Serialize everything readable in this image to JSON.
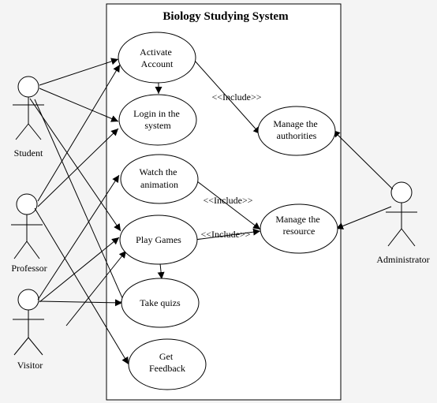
{
  "system": {
    "title": "Biology Studying System"
  },
  "actors": {
    "student": "Student",
    "professor": "Professor",
    "visitor": "Visitor",
    "administrator": "Administrator"
  },
  "use_cases": {
    "activate_account": [
      "Activate",
      "Account"
    ],
    "login": [
      "Login in the",
      "system"
    ],
    "watch_animation": [
      "Watch the",
      "animation"
    ],
    "play_games": [
      "Play Games"
    ],
    "take_quizs": [
      "Take quizs"
    ],
    "get_feedback": [
      "Get",
      "Feedback"
    ],
    "manage_authorities": [
      "Manage the",
      "authorities"
    ],
    "manage_resource": [
      "Manage the",
      "resource"
    ]
  },
  "relations": {
    "include_1": "<<Include>>",
    "include_2": "<<Include>>",
    "include_3": "<<Include>>"
  },
  "colors": {
    "background": "#f4f4f4",
    "shape_fill": "#ffffff",
    "stroke": "#000000"
  }
}
